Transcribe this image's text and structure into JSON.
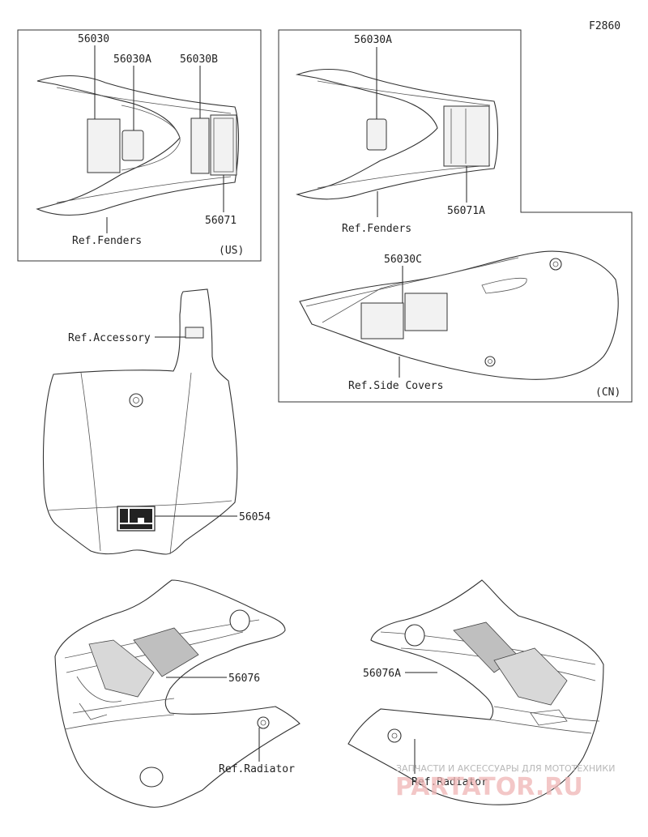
{
  "figure_code": "F2860",
  "us_panel": {
    "labels": {
      "p56030": "56030",
      "p56030A": "56030A",
      "p56030B": "56030B",
      "p56071": "56071",
      "ref_fenders": "Ref.Fenders",
      "region": "(US)"
    }
  },
  "cn_panel": {
    "labels": {
      "p56030A": "56030A",
      "p56071A": "56071A",
      "ref_fenders": "Ref.Fenders",
      "p56030C": "56030C",
      "ref_side_covers": "Ref.Side Covers",
      "region": "(CN)"
    }
  },
  "number_plate": {
    "labels": {
      "ref_accessory": "Ref.Accessory",
      "p56054": "56054"
    }
  },
  "shrouds": {
    "labels": {
      "p56076": "56076",
      "ref_radiator_left": "Ref.Radiator",
      "p56076A": "56076A",
      "ref_radiator_right": "Ref.Radiator"
    }
  },
  "watermark": {
    "line1": "ЗАПЧАСТИ И АКСЕССУАРЫ ДЛЯ МОТОТЕХНИКИ",
    "line2": "PARTATOR.RU"
  }
}
